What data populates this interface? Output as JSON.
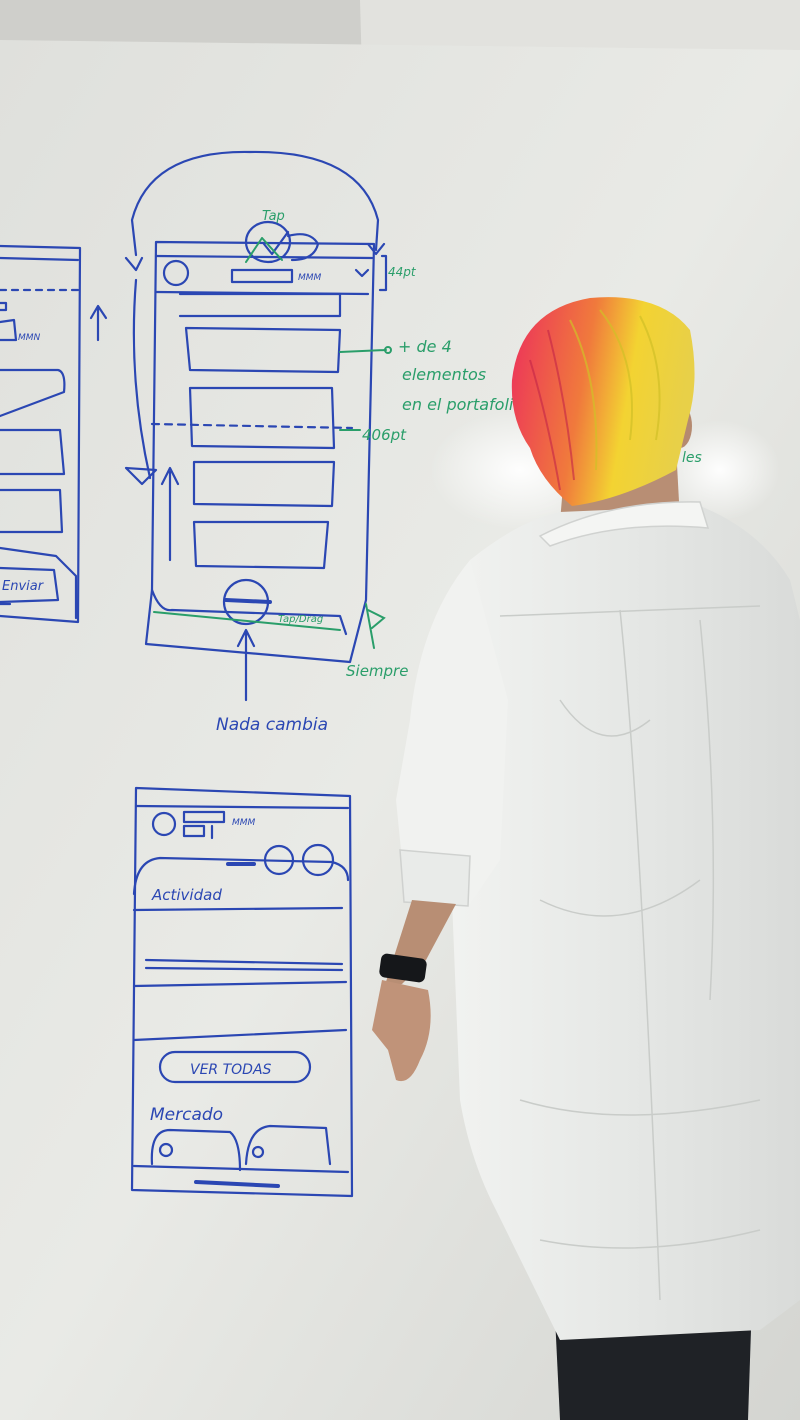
{
  "photo": {
    "subject": "whiteboard-wireframe-sketches",
    "colors": {
      "wall": "#d7d7d4",
      "board": "#e6e7e3",
      "blue_marker": "#2b47b3",
      "green_marker": "#2a9e6a",
      "hair_red": "#ee3b5b",
      "hair_yellow": "#f1d331",
      "shirt": "#eceeec",
      "pants": "#1f2226"
    }
  },
  "sketch_top": {
    "tap_label": "Tap",
    "header_text": "MMM",
    "height_label": "44pt",
    "portfolio_note_1": "+ de 4",
    "portfolio_note_2": "elementos",
    "portfolio_note_3": "en el portafolio",
    "scroll_label": "406pt",
    "tap_drag_label": "Tap/Drag",
    "siempre_label": "Siempre",
    "nada_cambia": "Nada cambia",
    "right_note": "les"
  },
  "sketch_left": {
    "header_text": "MMN",
    "button_label": "Enviar"
  },
  "sketch_bottom": {
    "header_text": "MMM",
    "actividad_label": "Actividad",
    "ver_todas_label": "VER TODAS",
    "mercado_label": "Mercado"
  }
}
